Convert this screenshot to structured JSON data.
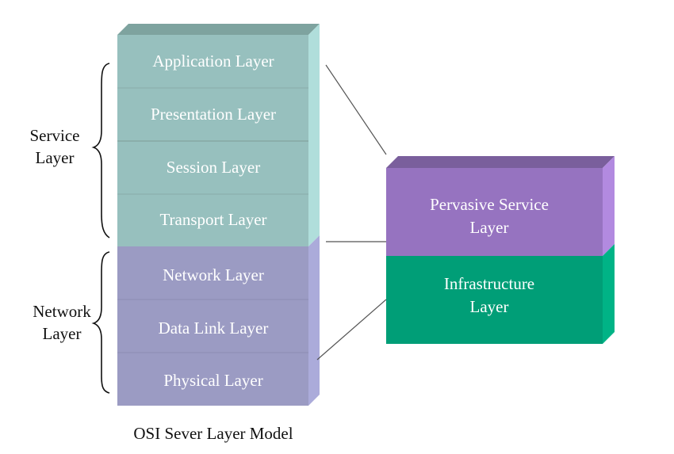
{
  "diagram": {
    "caption": "OSI Sever Layer Model",
    "groups": {
      "service": {
        "line1": "Service",
        "line2": "Layer"
      },
      "network": {
        "line1": "Network",
        "line2": "Layer"
      }
    },
    "osi_layers": [
      {
        "label": "Application Layer",
        "group": "service"
      },
      {
        "label": "Presentation Layer",
        "group": "service"
      },
      {
        "label": "Session Layer",
        "group": "service"
      },
      {
        "label": "Transport Layer",
        "group": "service"
      },
      {
        "label": "Network Layer",
        "group": "network"
      },
      {
        "label": "Data Link Layer",
        "group": "network"
      },
      {
        "label": "Physical Layer",
        "group": "network"
      }
    ],
    "mapped_layers": {
      "pervasive": {
        "line1": "Pervasive Service",
        "line2": "Layer"
      },
      "infrastructure": {
        "line1": "Infrastructure",
        "line2": "Layer"
      }
    },
    "colors": {
      "service_front": "#97c0be",
      "service_side": "#b0dedb",
      "service_top": "#7ea39f",
      "network_front": "#9b9bc3",
      "network_side": "#ababda",
      "pervasive_front": "#9673c0",
      "pervasive_side": "#b28ae0",
      "pervasive_top": "#7a5f9c",
      "infra_front": "#009e77",
      "infra_side": "#00b386",
      "connector": "#555555"
    }
  }
}
